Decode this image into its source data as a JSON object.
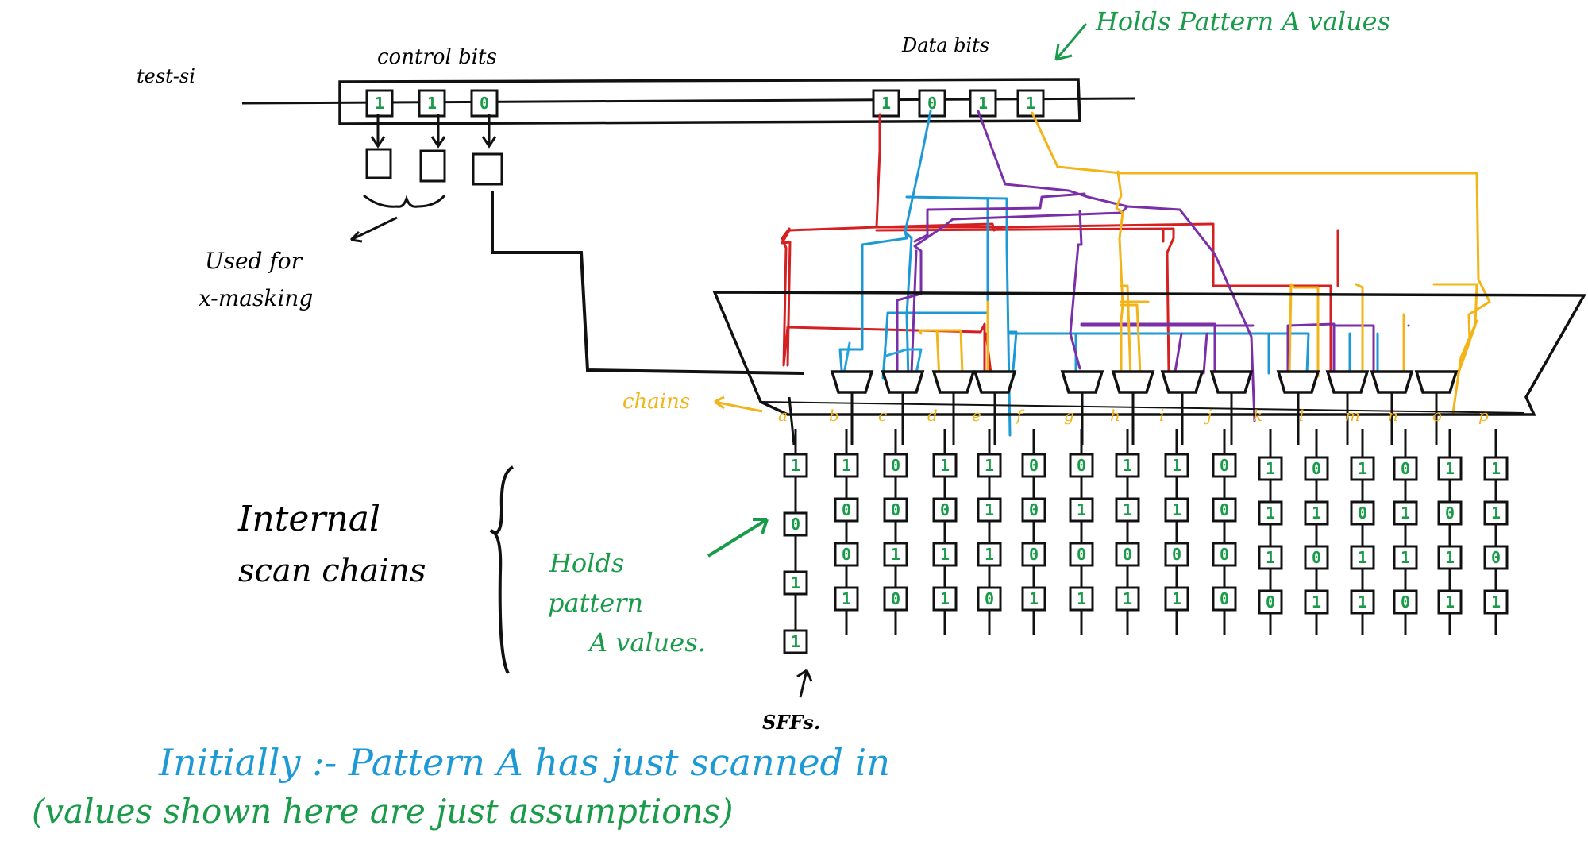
{
  "labels": {
    "test_si": "test-si",
    "control_bits": "control bits",
    "data_bits": "Data bits",
    "holds_top": "Holds Pattern A values",
    "used_for_1": "Used for",
    "used_for_2": "x-masking",
    "chains": "chains",
    "internal_1": "Internal",
    "internal_2": "scan chains",
    "holds_mid_1": "Holds",
    "holds_mid_2": "pattern",
    "holds_mid_3": "A values.",
    "sffs": "SFFs.",
    "initially": "Initially :- Pattern A has just scanned in",
    "assumptions": "(values shown here are just assumptions)"
  },
  "control_bits": [
    "1",
    "1",
    "0"
  ],
  "data_bits": [
    "1",
    "0",
    "1",
    "1"
  ],
  "chain_letters": [
    "a",
    "b",
    "c",
    "d",
    "e",
    "f",
    "g",
    "h",
    "i",
    "j",
    "k",
    "l",
    "m",
    "n",
    "o",
    "p"
  ],
  "chain_values": [
    [
      "1",
      "0",
      "1",
      "1"
    ],
    [
      "1",
      "0",
      "0",
      "1"
    ],
    [
      "0",
      "0",
      "1",
      "0"
    ],
    [
      "1",
      "0",
      "1",
      "1"
    ],
    [
      "1",
      "1",
      "1",
      "0"
    ],
    [
      "0",
      "0",
      "0",
      "1"
    ],
    [
      "0",
      "1",
      "0",
      "1"
    ],
    [
      "1",
      "1",
      "0",
      "1"
    ],
    [
      "1",
      "1",
      "0",
      "1"
    ],
    [
      "0",
      "0",
      "0",
      "0"
    ],
    [
      "1",
      "1",
      "1",
      "0"
    ],
    [
      "0",
      "1",
      "0",
      "1"
    ],
    [
      "1",
      "0",
      "1",
      "1"
    ],
    [
      "0",
      "1",
      "1",
      "0"
    ],
    [
      "1",
      "0",
      "1",
      "1"
    ],
    [
      "1",
      "1",
      "0",
      "1"
    ]
  ],
  "colors": {
    "ink": "#111111",
    "green": "#1a9b4a",
    "red": "#d42020",
    "blue": "#1d9ad6",
    "purple": "#7a2fa8",
    "yellow": "#f2b418",
    "cyan": "#22a5e0"
  }
}
